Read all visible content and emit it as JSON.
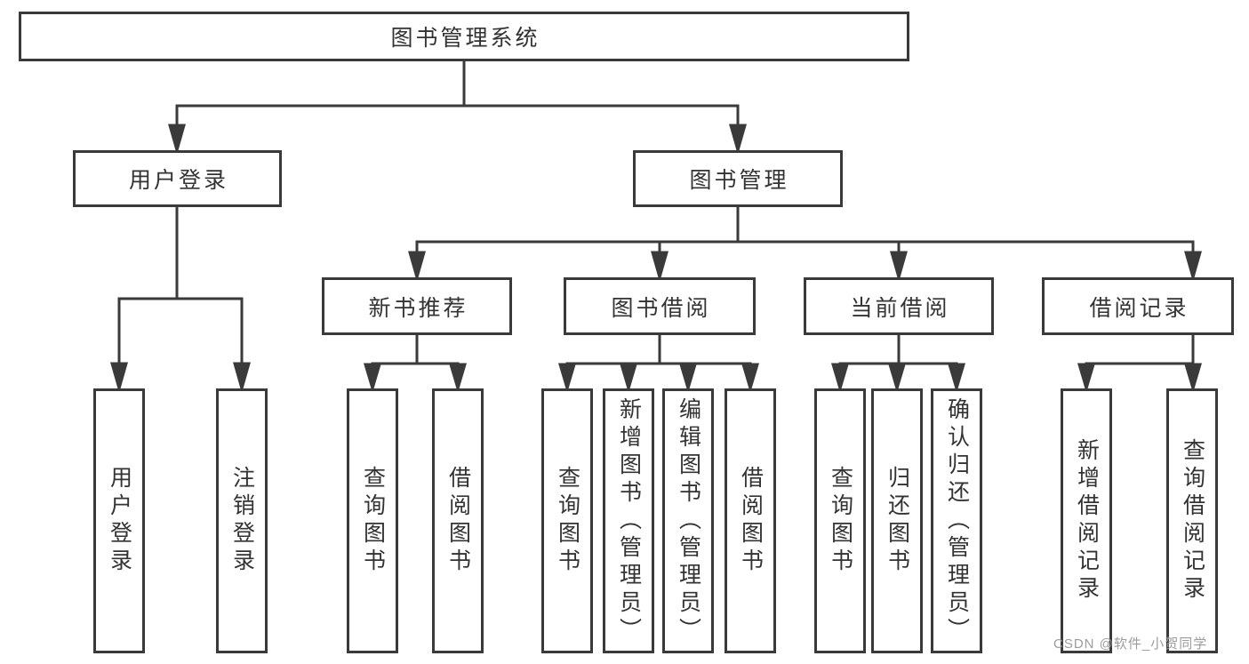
{
  "diagram": {
    "root": {
      "label": "图书管理系统",
      "children": [
        {
          "label": "用户登录",
          "children": [
            {
              "label": "用户登录"
            },
            {
              "label": "注销登录"
            }
          ]
        },
        {
          "label": "图书管理",
          "children": [
            {
              "label": "新书推荐",
              "children": [
                {
                  "label": "查询图书"
                },
                {
                  "label": "借阅图书"
                }
              ]
            },
            {
              "label": "图书借阅",
              "children": [
                {
                  "label": "查询图书"
                },
                {
                  "label": "新增图书（管理员）"
                },
                {
                  "label": "编辑图书（管理员）"
                },
                {
                  "label": "借阅图书"
                }
              ]
            },
            {
              "label": "当前借阅",
              "children": [
                {
                  "label": "查询图书"
                },
                {
                  "label": "归还图书"
                },
                {
                  "label": "确认归还（管理员）"
                }
              ]
            },
            {
              "label": "借阅记录",
              "children": [
                {
                  "label": "新增借阅记录"
                },
                {
                  "label": "查询借阅记录"
                }
              ]
            }
          ]
        }
      ]
    }
  },
  "watermark": {
    "text": "CSDN @软件_小贺同学"
  },
  "colors": {
    "line": "#3a3a3a",
    "text": "#333333",
    "watermark": "#9c9c9c",
    "background": "#ffffff"
  }
}
